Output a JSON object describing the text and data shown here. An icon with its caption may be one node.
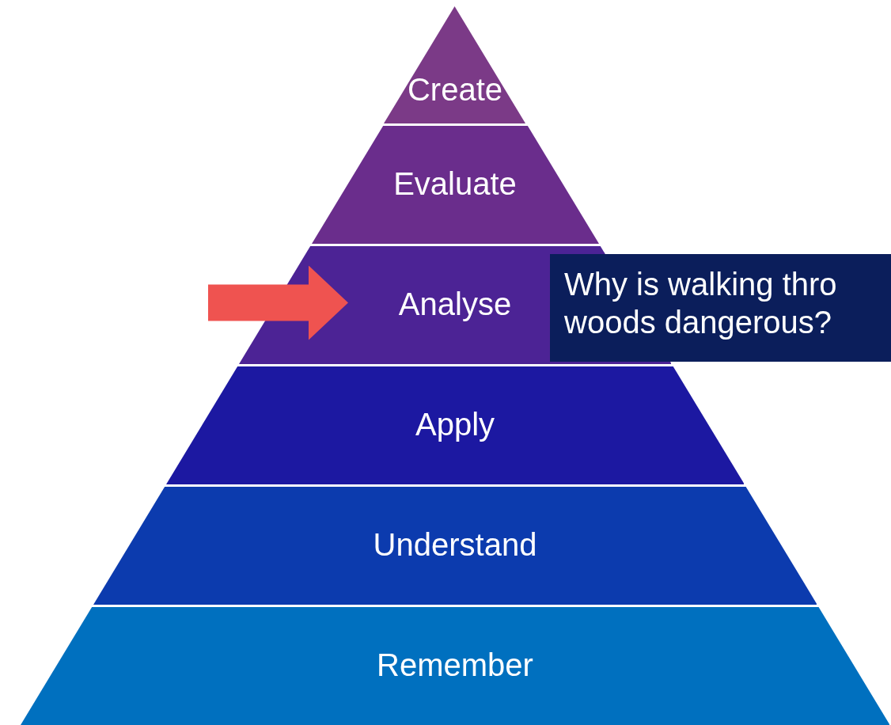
{
  "diagram": {
    "nodes": [
      {
        "text": [
          "Create"
        ]
      },
      {
        "text": [
          "Evaluate"
        ]
      },
      {
        "text": [
          "Analyse"
        ]
      },
      {
        "text": [
          "Apply"
        ]
      },
      {
        "text": [
          "Understand"
        ]
      },
      {
        "text": [
          "Remember"
        ]
      },
      {
        "text": [
          "Why is walking thro woods dangerous?"
        ]
      }
    ],
    "edges": [
      {
        "from": null,
        "to": 2,
        "arrow": "to",
        "color": "#ef5350"
      }
    ]
  }
}
